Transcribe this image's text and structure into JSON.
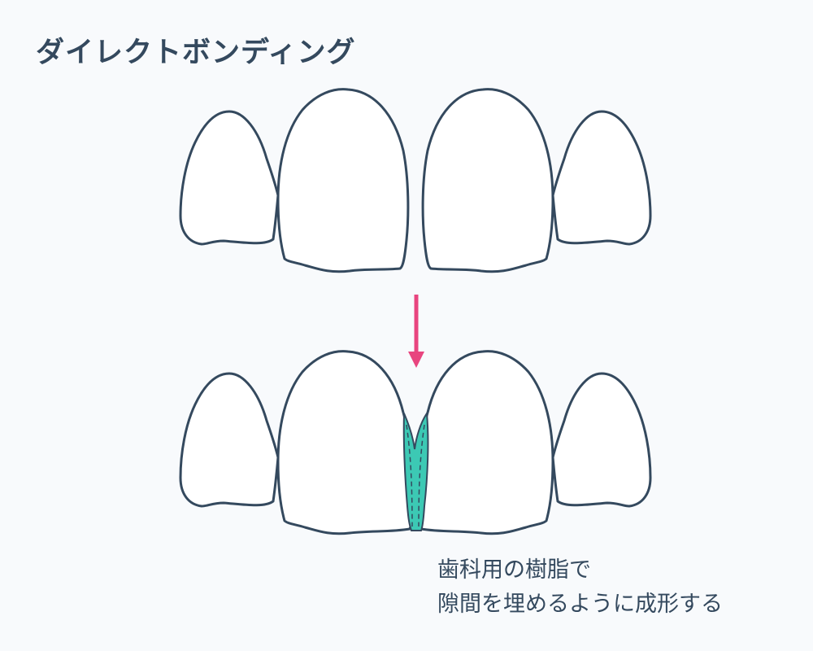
{
  "title": "ダイレクトボンディング",
  "caption": {
    "line1": "歯科用の樹脂で",
    "line2": "隙間を埋めるように成形する"
  },
  "colors": {
    "background": "#f8fafc",
    "outline": "#34495e",
    "arrow": "#e8457f",
    "resin": "#3cc9b4"
  }
}
